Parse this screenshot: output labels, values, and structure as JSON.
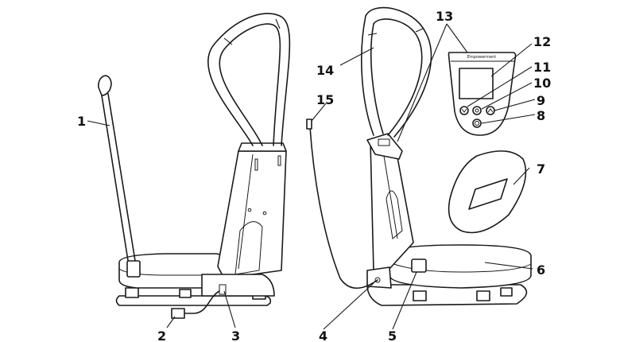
{
  "labels": [
    {
      "id": "1",
      "text": "1"
    },
    {
      "id": "2",
      "text": "2"
    },
    {
      "id": "3",
      "text": "3"
    },
    {
      "id": "4",
      "text": "4"
    },
    {
      "id": "5",
      "text": "5"
    },
    {
      "id": "6",
      "text": "6"
    },
    {
      "id": "7",
      "text": "7"
    },
    {
      "id": "8",
      "text": "8"
    },
    {
      "id": "9",
      "text": "9"
    },
    {
      "id": "10",
      "text": "10"
    },
    {
      "id": "11",
      "text": "11"
    },
    {
      "id": "12",
      "text": "12"
    },
    {
      "id": "13",
      "text": "13"
    },
    {
      "id": "14",
      "text": "14"
    },
    {
      "id": "15",
      "text": "15"
    }
  ],
  "panel_brand": "Empowerment"
}
